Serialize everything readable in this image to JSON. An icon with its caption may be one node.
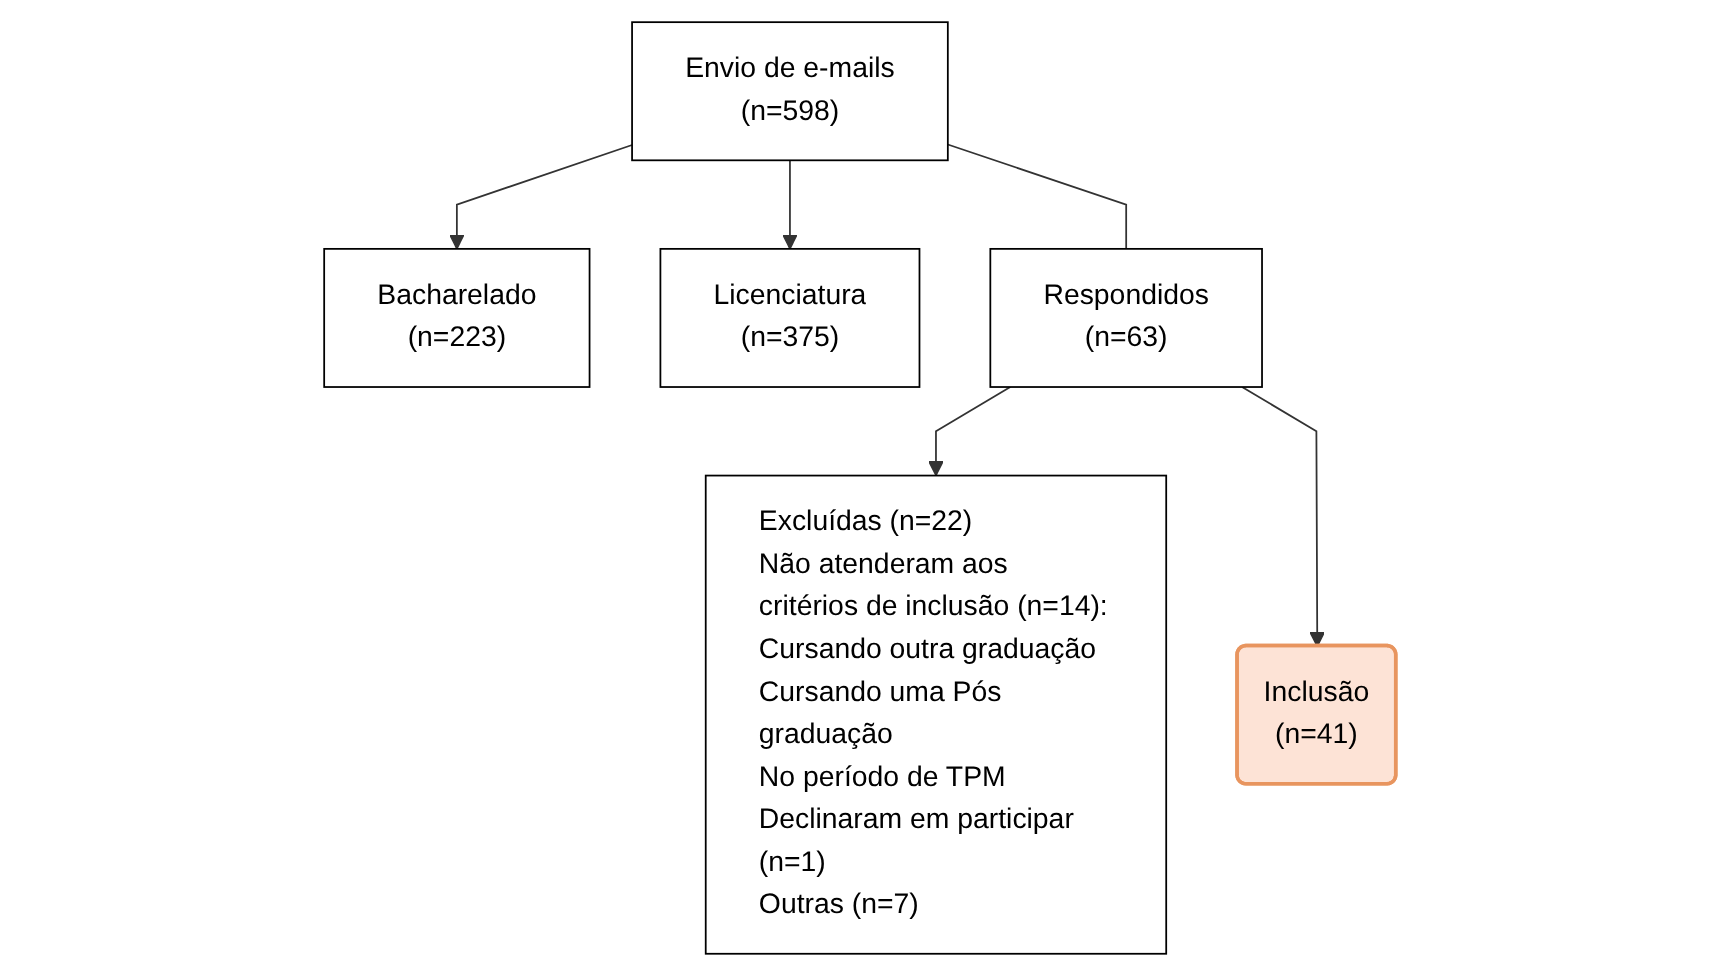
{
  "diagram": {
    "nodes": [
      {
        "text": [
          "Envio de e-mails",
          "(n=598)"
        ]
      },
      {
        "text": [
          "Bacharelado",
          "(n=223)"
        ]
      },
      {
        "text": [
          "Licenciatura",
          "(n=375)"
        ]
      },
      {
        "text": [
          "Respondidos",
          "(n=63)"
        ]
      },
      {
        "text": [
          "Excluídas (n=22)",
          "Não atenderam aos critérios de inclusão (n=14):",
          "Cursando outra graduação",
          "Cursando uma Pós graduação",
          "No período de TPM",
          "Declinaram em participar (n=1)",
          "Outras (n=7)"
        ]
      },
      {
        "text": [
          "Inclusão",
          "(n=41)"
        ]
      }
    ],
    "edges": [
      {
        "from": 0,
        "to": 1,
        "arrow": "to"
      },
      {
        "from": 0,
        "to": 2,
        "arrow": "to"
      },
      {
        "from": 0,
        "to": 3,
        "arrow": "none"
      },
      {
        "from": 3,
        "to": 4,
        "arrow": "to"
      },
      {
        "from": 3,
        "to": 5,
        "arrow": "to"
      }
    ]
  }
}
